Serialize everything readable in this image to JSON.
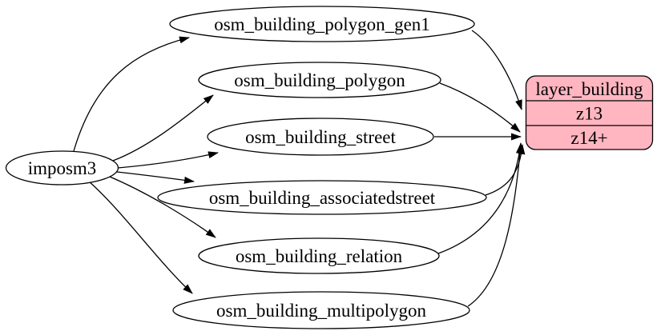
{
  "diagram": {
    "source": {
      "label": "imposm3"
    },
    "tables": [
      {
        "label": "osm_building_polygon_gen1"
      },
      {
        "label": "osm_building_polygon"
      },
      {
        "label": "osm_building_street"
      },
      {
        "label": "osm_building_associatedstreet"
      },
      {
        "label": "osm_building_relation"
      },
      {
        "label": "osm_building_multipolygon"
      }
    ],
    "layer": {
      "title": "layer_building",
      "rows": [
        {
          "label": "z13"
        },
        {
          "label": "z14+"
        }
      ],
      "fill_color": "#ffb6c1",
      "stroke_color": "#000000"
    },
    "edges": [
      {
        "from": "imposm3",
        "to": "osm_building_polygon_gen1"
      },
      {
        "from": "imposm3",
        "to": "osm_building_polygon"
      },
      {
        "from": "imposm3",
        "to": "osm_building_street"
      },
      {
        "from": "imposm3",
        "to": "osm_building_associatedstreet"
      },
      {
        "from": "imposm3",
        "to": "osm_building_relation"
      },
      {
        "from": "imposm3",
        "to": "osm_building_multipolygon"
      },
      {
        "from": "osm_building_polygon_gen1",
        "to": "layer_building",
        "row": "z13"
      },
      {
        "from": "osm_building_polygon",
        "to": "layer_building",
        "row": "z14+"
      },
      {
        "from": "osm_building_street",
        "to": "layer_building",
        "row": "z14+"
      },
      {
        "from": "osm_building_associatedstreet",
        "to": "layer_building",
        "row": "z14+"
      },
      {
        "from": "osm_building_relation",
        "to": "layer_building",
        "row": "z14+"
      },
      {
        "from": "osm_building_multipolygon",
        "to": "layer_building",
        "row": "z14+"
      }
    ]
  }
}
